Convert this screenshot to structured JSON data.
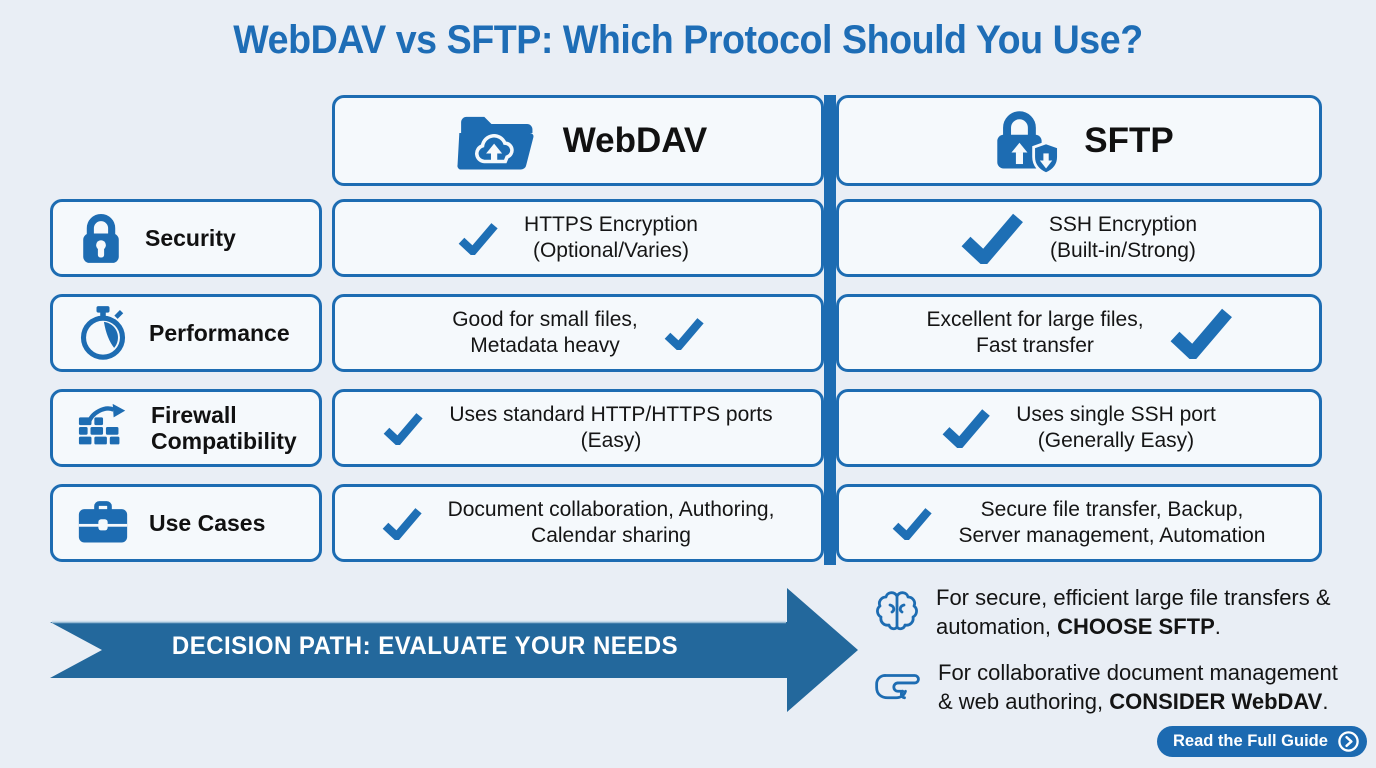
{
  "page": {
    "title": "WebDAV vs SFTP: Which Protocol Should You Use?"
  },
  "colors": {
    "primary_blue": "#1d6cb2",
    "title_blue": "#1e6db6",
    "arrow_blue": "#23689c",
    "checkmark_blue": "#1e6fb5",
    "background": "#e9eef5",
    "cell_background": "#f5f9fc",
    "text_dark": "#141414",
    "cta_blue": "#1c6ab1"
  },
  "icons": {
    "webdav_header": "folder-cloud-upload-icon",
    "sftp_header": "lock-transfer-shield-icon",
    "security": "padlock-icon",
    "performance": "stopwatch-icon",
    "firewall": "firewall-arrow-icon",
    "use_cases": "briefcase-icon",
    "check": "checkmark-icon",
    "sftp_recommendation": "brain-icon",
    "webdav_recommendation": "pointing-hand-icon",
    "cta": "chevron-right-circle-icon"
  },
  "table": {
    "columns": [
      {
        "label": "WebDAV"
      },
      {
        "label": "SFTP"
      }
    ],
    "rows": [
      {
        "label": "Security",
        "webdav": {
          "check": true,
          "text": "HTTPS Encryption\n(Optional/Varies)"
        },
        "sftp": {
          "check": true,
          "text": "SSH Encryption\n(Built-in/Strong)"
        }
      },
      {
        "label": "Performance",
        "webdav": {
          "check": true,
          "text": "Good for small files,\nMetadata heavy"
        },
        "sftp": {
          "check": true,
          "text": "Excellent for large files,\nFast transfer"
        }
      },
      {
        "label": "Firewall\nCompatibility",
        "webdav": {
          "check": true,
          "text": "Uses standard HTTP/HTTPS ports\n(Easy)"
        },
        "sftp": {
          "check": true,
          "text": "Uses single SSH port\n(Generally Easy)"
        }
      },
      {
        "label": "Use Cases",
        "webdav": {
          "check": true,
          "text": "Document collaboration, Authoring,\nCalendar sharing"
        },
        "sftp": {
          "check": true,
          "text": "Secure file transfer, Backup,\nServer management, Automation"
        }
      }
    ]
  },
  "decision": {
    "arrow_label": "DECISION PATH: EVALUATE YOUR NEEDS",
    "recommendations": [
      {
        "prefix": "For secure, efficient large file transfers & automation, ",
        "strong": "CHOOSE SFTP",
        "suffix": "."
      },
      {
        "prefix": "For collaborative document management & web authoring, ",
        "strong": "CONSIDER WebDAV",
        "suffix": "."
      }
    ],
    "cta_label": "Read the Full Guide"
  }
}
